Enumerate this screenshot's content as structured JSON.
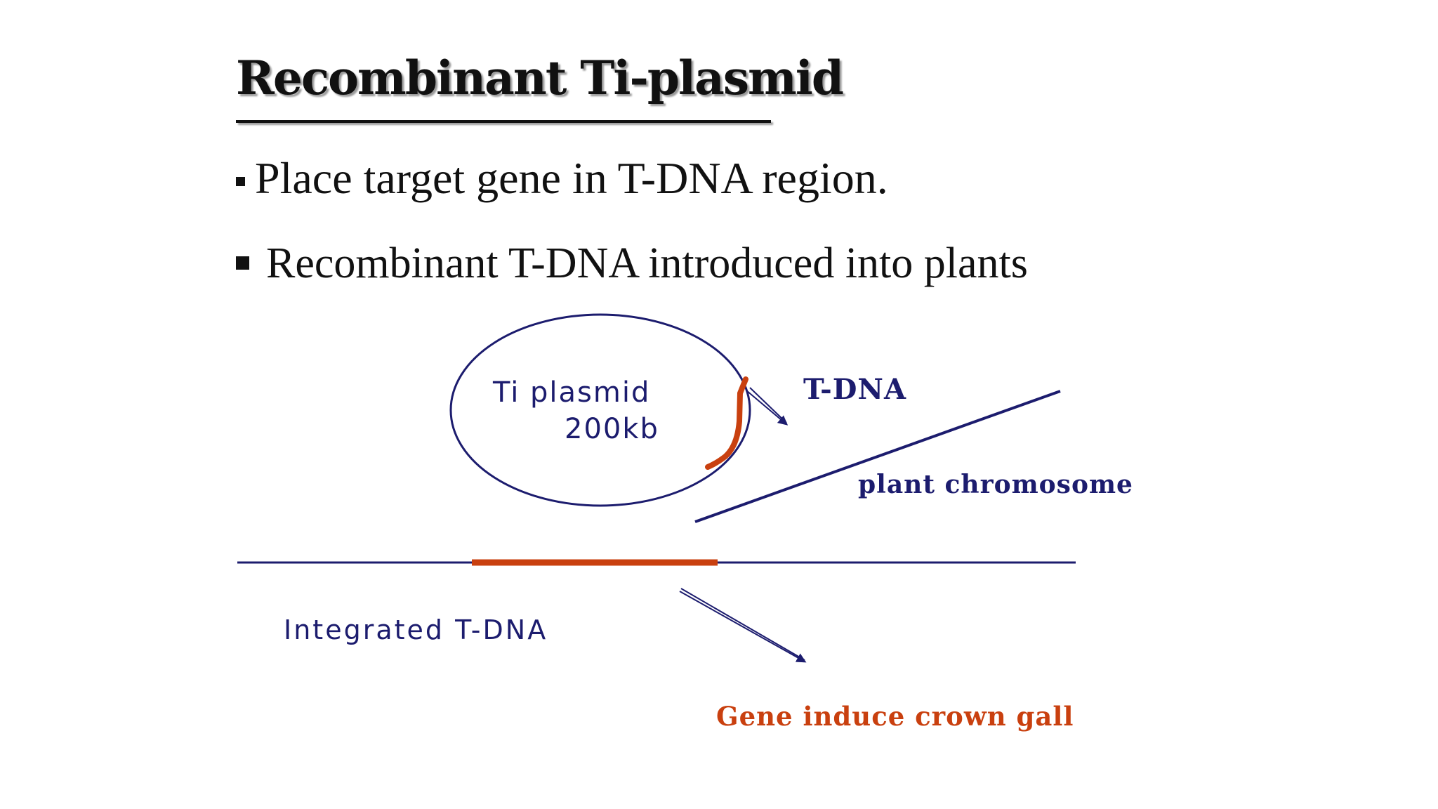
{
  "slide": {
    "title": "Recombinant Ti-plasmid",
    "bullets": [
      "Place target gene in T-DNA region.",
      "Recombinant T-DNA introduced into plants"
    ]
  },
  "diagram": {
    "plasmid_label_line1": "Ti plasmid",
    "plasmid_label_line2": "200kb",
    "tdna_label": "T-DNA",
    "chromosome_label": "plant chromosome",
    "integrated_label": "Integrated T-DNA",
    "gene_label": "Gene induce crown gall",
    "colors": {
      "navy": "#1c1c6e",
      "orange_red": "#c9400f",
      "text": "#111111"
    }
  }
}
